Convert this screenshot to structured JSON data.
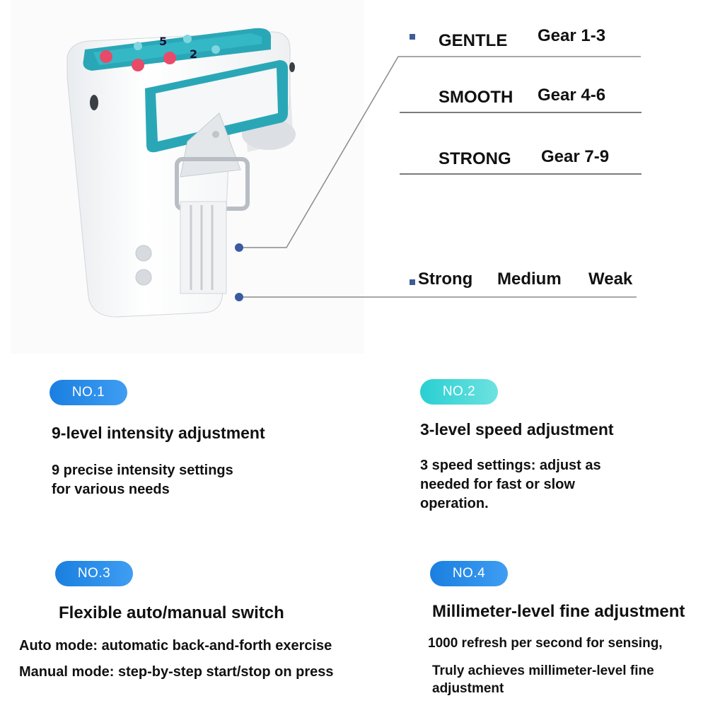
{
  "speed_levels": [
    {
      "name": "GENTLE",
      "gears": "Gear 1-3"
    },
    {
      "name": "SMOOTH",
      "gears": "Gear 4-6"
    },
    {
      "name": "STRONG",
      "gears": "Gear 7-9"
    }
  ],
  "strength_levels": [
    "Strong",
    "Medium",
    "Weak"
  ],
  "features": [
    {
      "badge": "NO.1",
      "title": "9-level intensity adjustment",
      "lines": [
        "9 precise intensity settings",
        "for various needs"
      ]
    },
    {
      "badge": "NO.2",
      "title": "3-level speed adjustment",
      "lines": [
        "3 speed settings: adjust as",
        "needed for fast or slow",
        "operation."
      ]
    },
    {
      "badge": "NO.3",
      "title": "Flexible auto/manual switch",
      "lines": [
        "Auto mode: automatic back-and-forth exercise",
        "Manual mode: step-by-step start/stop on press"
      ]
    },
    {
      "badge": "NO.4",
      "title": "Millimeter-level fine adjustment",
      "lines": [
        "1000 refresh per second for sensing,",
        "Truly achieves millimeter-level fine",
        "adjustment"
      ]
    }
  ],
  "device": {
    "display_digit_left": "5",
    "display_digit_right": "2"
  },
  "colors": {
    "badge_blue": "#1a7fe0",
    "badge_cyan": "#29cfd2",
    "device_teal": "#2aa7b7",
    "marker_blue": "#3c5aa0"
  }
}
